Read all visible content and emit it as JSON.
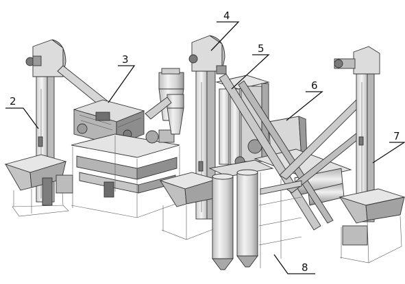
{
  "callouts": [
    {
      "label": "2"
    },
    {
      "label": "3"
    },
    {
      "label": "4"
    },
    {
      "label": "5"
    },
    {
      "label": "6"
    },
    {
      "label": "7"
    },
    {
      "label": "8"
    }
  ],
  "colors": {
    "light": "#e6e6e6",
    "mid": "#c9c9c9",
    "dark": "#8f8f8f",
    "darker": "#5c5c5c",
    "line": "#111111"
  }
}
